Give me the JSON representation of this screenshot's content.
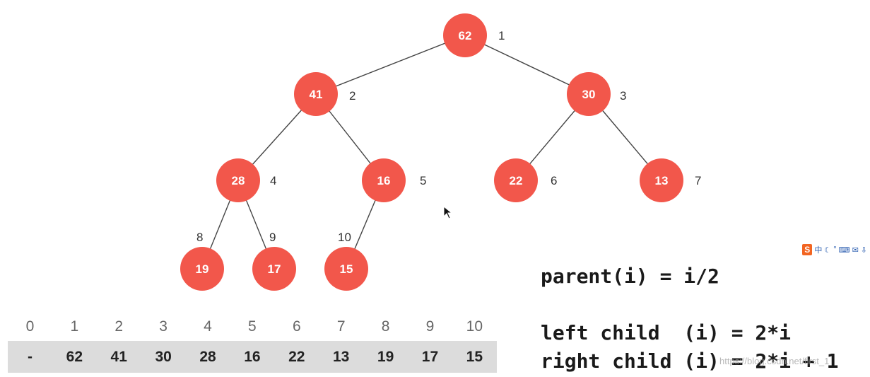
{
  "tree": {
    "nodes": [
      {
        "value": "62",
        "index": "1"
      },
      {
        "value": "41",
        "index": "2"
      },
      {
        "value": "30",
        "index": "3"
      },
      {
        "value": "28",
        "index": "4"
      },
      {
        "value": "16",
        "index": "5"
      },
      {
        "value": "22",
        "index": "6"
      },
      {
        "value": "13",
        "index": "7"
      },
      {
        "value": "19",
        "index": "8"
      },
      {
        "value": "17",
        "index": "9"
      },
      {
        "value": "15",
        "index": "10"
      }
    ],
    "edges": [
      [
        1,
        2
      ],
      [
        1,
        3
      ],
      [
        2,
        4
      ],
      [
        2,
        5
      ],
      [
        3,
        6
      ],
      [
        3,
        7
      ],
      [
        4,
        8
      ],
      [
        4,
        9
      ],
      [
        5,
        10
      ]
    ],
    "node_color": "#f2574b"
  },
  "array": {
    "indices": [
      "0",
      "1",
      "2",
      "3",
      "4",
      "5",
      "6",
      "7",
      "8",
      "9",
      "10"
    ],
    "values": [
      "-",
      "62",
      "41",
      "30",
      "28",
      "16",
      "22",
      "13",
      "19",
      "17",
      "15"
    ]
  },
  "formulas": {
    "parent": "parent(i) = i/2",
    "left": "left child  (i) = 2*i",
    "right": "right child (i) = 2*i + 1"
  },
  "ime_toolbar": {
    "logo": "S",
    "items": [
      "中",
      "☾",
      "°",
      "⌨",
      "✉",
      "⇩"
    ]
  },
  "watermark": "https://blog.csdn.net/first_1"
}
